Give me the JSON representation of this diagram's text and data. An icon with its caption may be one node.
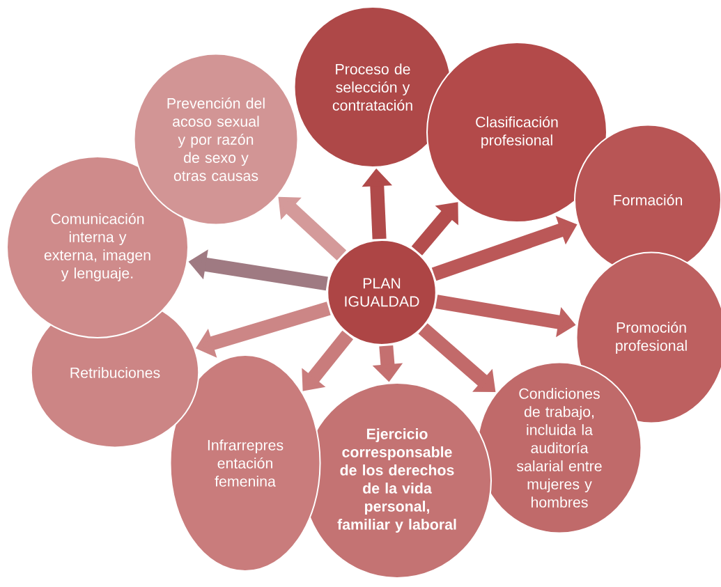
{
  "diagram": {
    "nodes": [
      {
        "text": [
          "PLAN IGUALDAD"
        ]
      },
      {
        "text": [
          "Proceso de selección y contratación"
        ]
      },
      {
        "text": [
          "Clasificación profesional"
        ]
      },
      {
        "text": [
          "Formación"
        ]
      },
      {
        "text": [
          "Promoción profesional"
        ]
      },
      {
        "text": [
          "Condiciones de trabajo, incluida la auditoría salarial entre mujeres y hombres"
        ]
      },
      {
        "text": [
          "Ejercicio corresponsable de los derechos de la vida personal, familiar y laboral"
        ]
      },
      {
        "text": [
          "Infrarrepres entación femenina"
        ]
      },
      {
        "text": [
          "Retribuciones"
        ]
      },
      {
        "text": [
          "Comunicación interna y externa, imagen y lenguaje."
        ]
      },
      {
        "text": [
          "Prevención del acoso sexual y por razón de sexo y otras causas"
        ]
      }
    ],
    "edges": [
      {
        "from": 0,
        "to": 1,
        "arrow": "to",
        "color": "#b04a4a"
      },
      {
        "from": 0,
        "to": 2,
        "arrow": "to",
        "color": "#b44d4d"
      },
      {
        "from": 0,
        "to": 3,
        "arrow": "to",
        "color": "#bb5858"
      },
      {
        "from": 0,
        "to": 4,
        "arrow": "to",
        "color": "#bf6262"
      },
      {
        "from": 0,
        "to": 5,
        "arrow": "to",
        "color": "#c26a6a"
      },
      {
        "from": 0,
        "to": 6,
        "arrow": "to",
        "color": "#c47070"
      },
      {
        "from": 0,
        "to": 7,
        "arrow": "to",
        "color": "#c97c7c"
      },
      {
        "from": 0,
        "to": 8,
        "arrow": "to",
        "color": "#cc8686"
      },
      {
        "from": 0,
        "to": 9,
        "arrow": "to",
        "color": "#9f7a82"
      },
      {
        "from": 0,
        "to": 10,
        "arrow": "to",
        "color": "#d49a9a"
      }
    ]
  }
}
